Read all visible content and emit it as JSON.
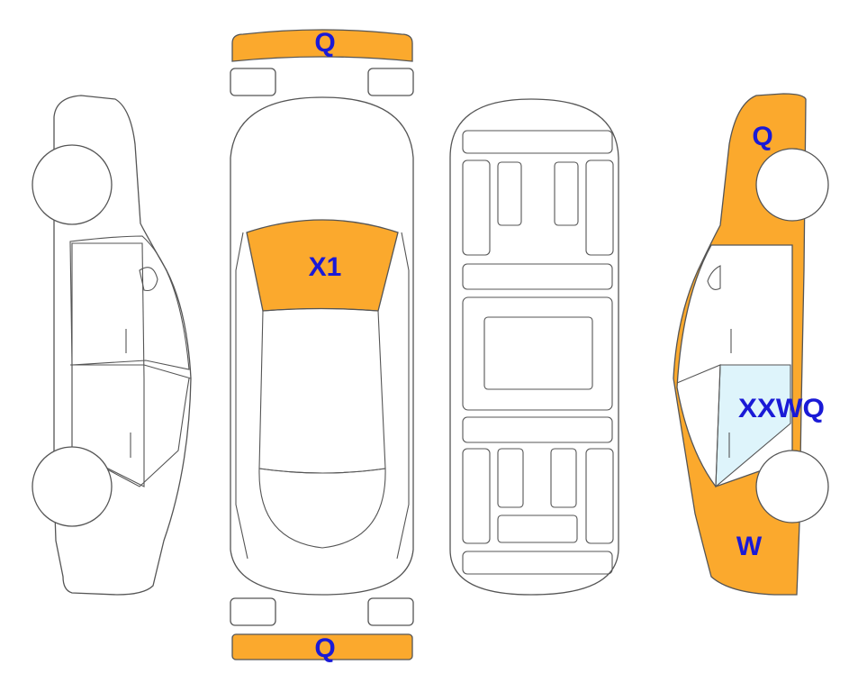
{
  "colors": {
    "damage_fill": "#fba92d",
    "glass_mark_fill": "#def4fb",
    "label_color": "#1a1ad6",
    "outline": "#555555"
  },
  "labels": {
    "front_bumper": "Q",
    "windshield": "X1",
    "rear_bumper": "Q",
    "right_front_fender": "Q",
    "right_front_door_glass": "XXWQ",
    "right_rear_quarter": "W"
  }
}
